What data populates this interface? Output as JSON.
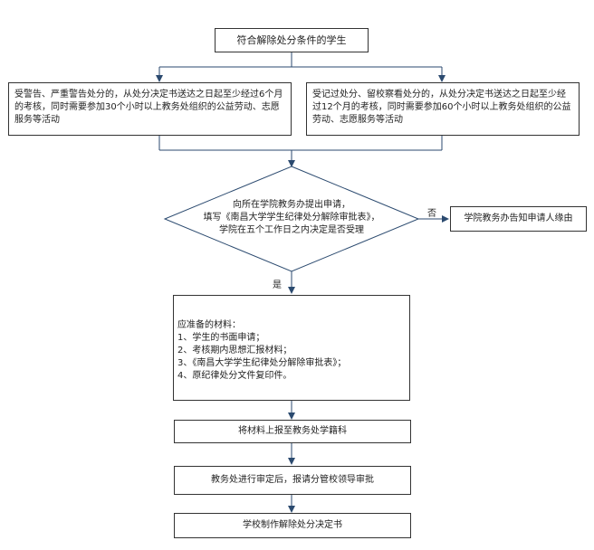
{
  "flowchart": {
    "start": "符合解除处分条件的学生",
    "left_condition": "受警告、严重警告处分的，从处分决定书送达之日起至少经过6个月的考核，同时需要参加30个小时以上教务处组织的公益劳动、志愿服务等活动",
    "right_condition": "受记过处分、留校察看处分的，从处分决定书送达之日起至少经过12个月的考核，同时需要参加60个小时以上教务处组织的公益劳动、志愿服务等活动",
    "decision_lines": [
      "向所在学院教务办提出申请，",
      "填写《南昌大学学生纪律处分解除审批表》，",
      "学院在五个工作日之内决定是否受理"
    ],
    "no_label": "否",
    "yes_label": "是",
    "reject": "学院教务办告知申请人缘由",
    "materials": {
      "title": "应准备的材料：",
      "items": [
        "1、学生的书面申请；",
        "2、考核期内思想汇报材料；",
        "3、《南昌大学学生纪律处分解除审批表》；",
        "4、原纪律处分文件复印件。"
      ]
    },
    "step_submit": "将材料上报至教务处学籍科",
    "step_review": "教务处进行审定后，报请分管校领导审批",
    "step_final": "学校制作解除处分决定书"
  }
}
